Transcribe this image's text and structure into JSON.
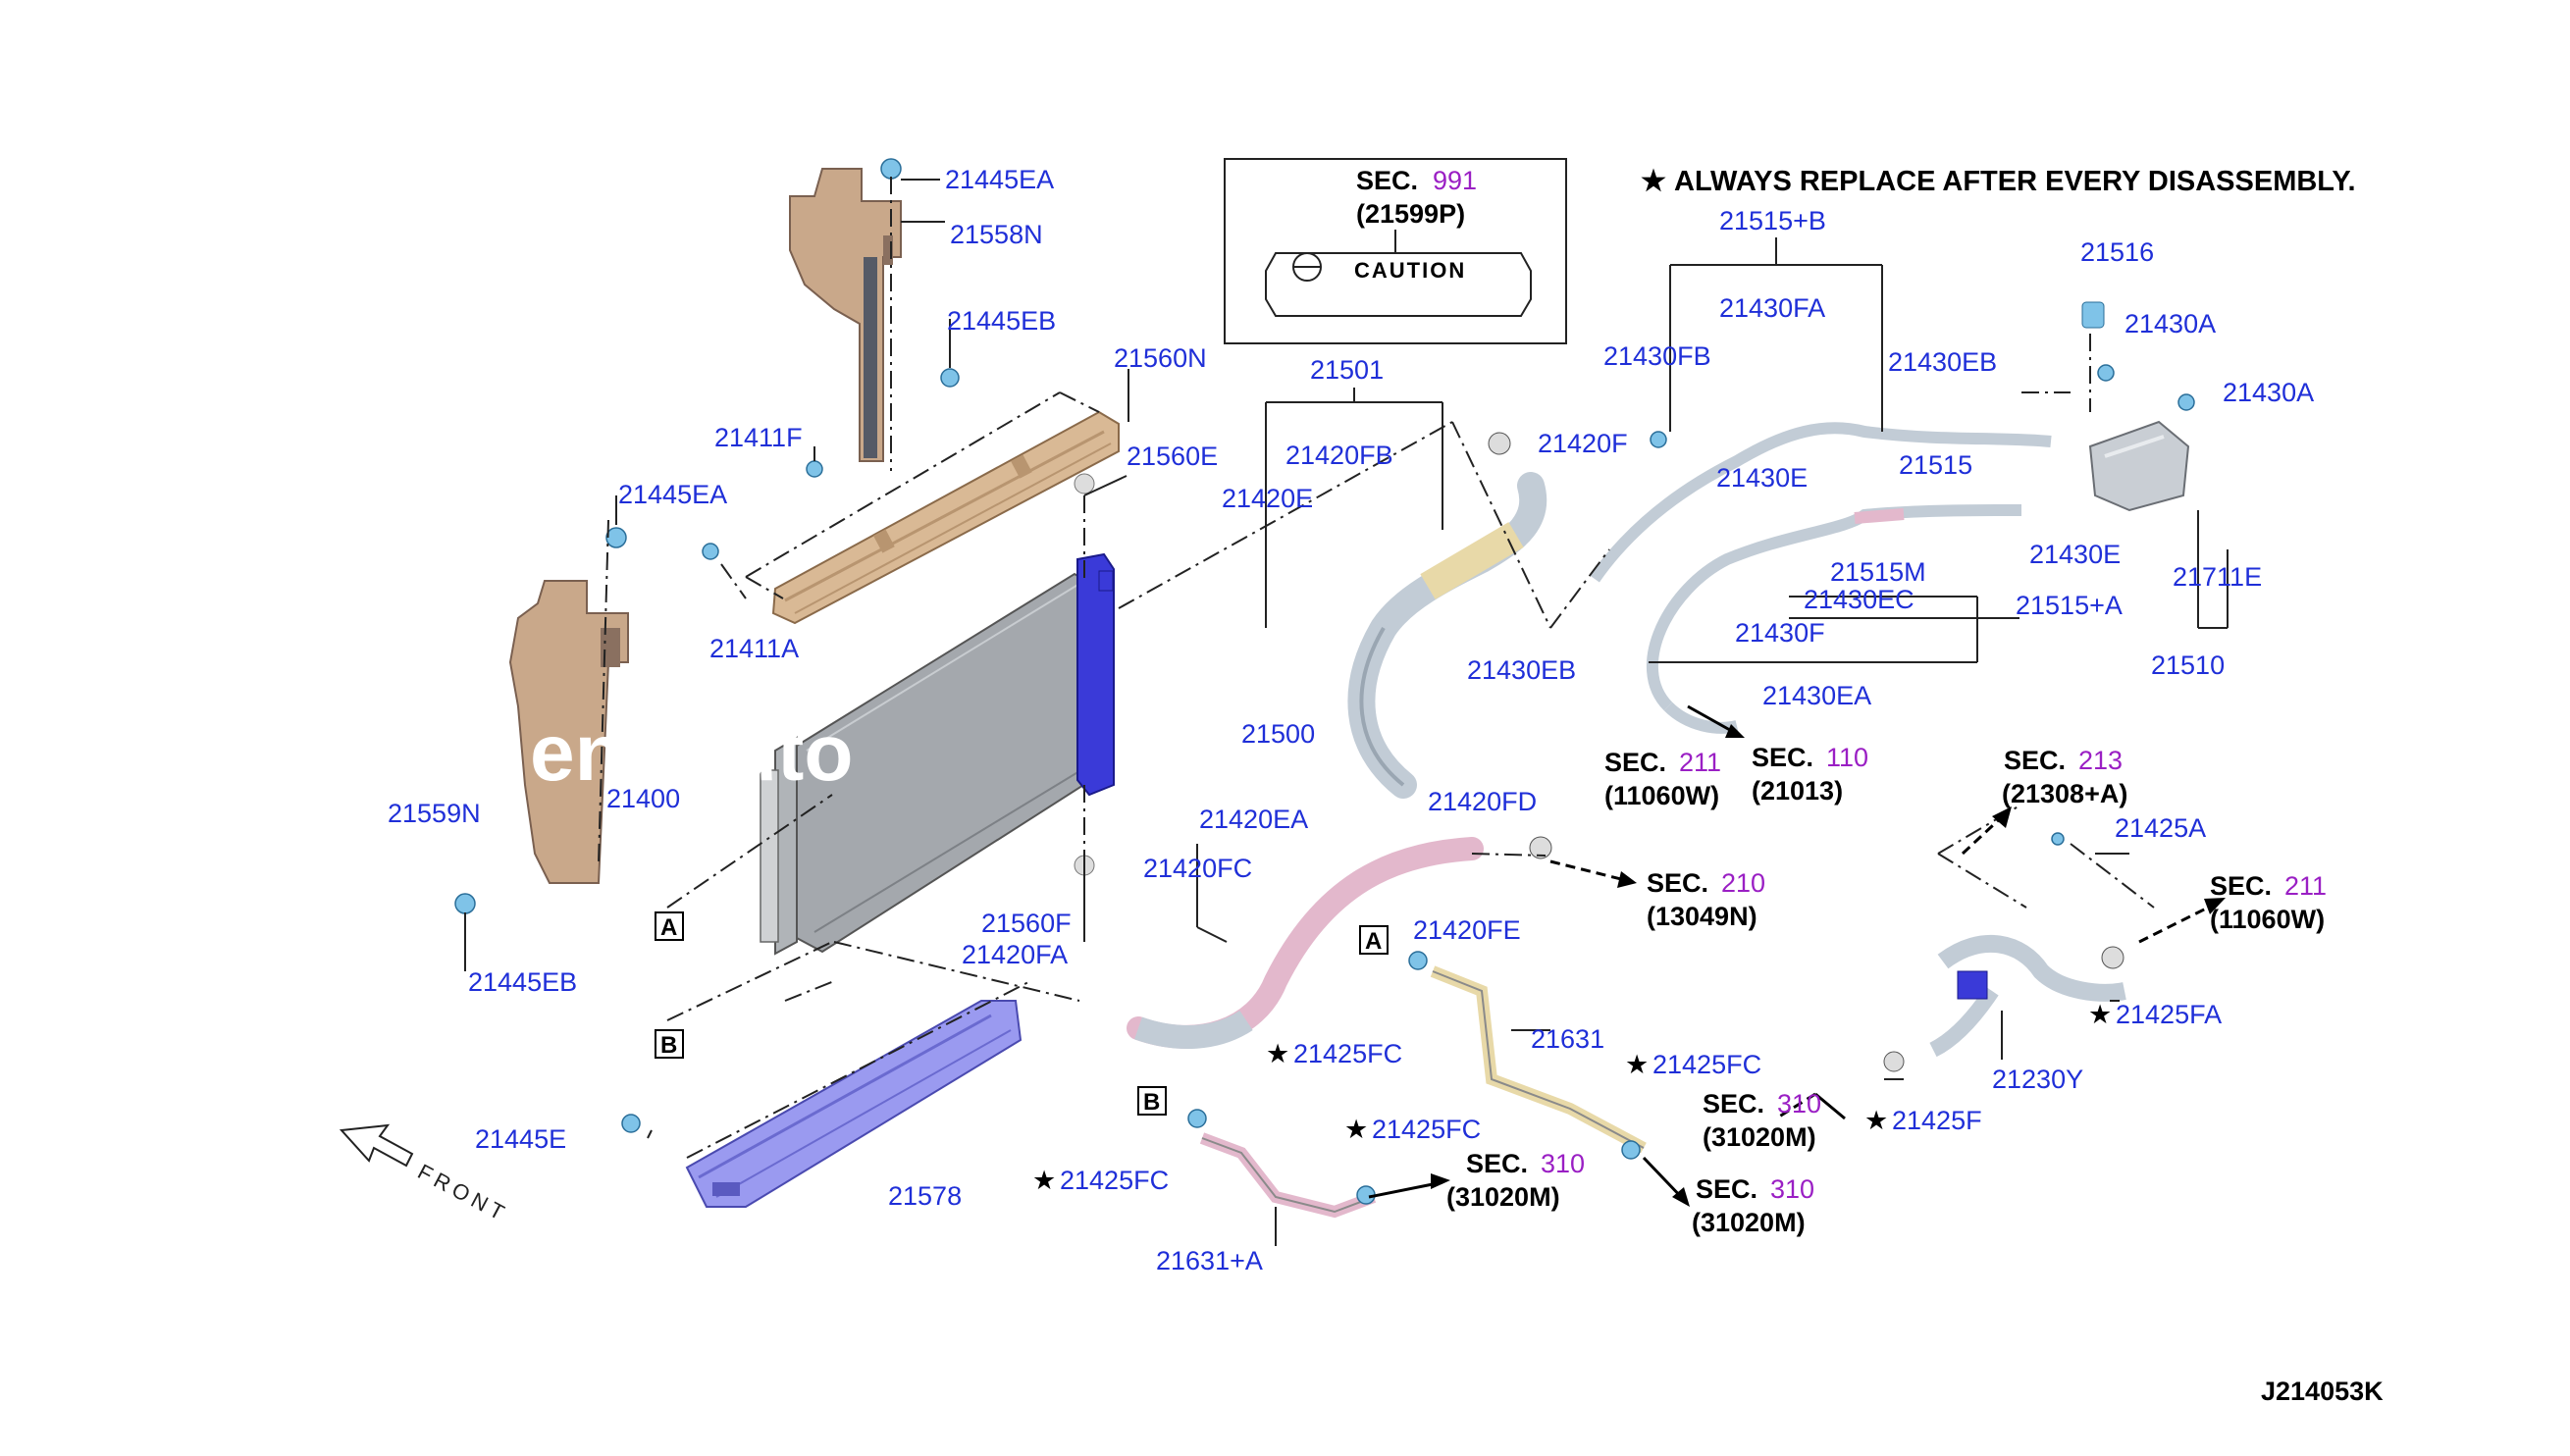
{
  "note": "ALWAYS REPLACE AFTER EVERY DISASSEMBLY.",
  "star_glyph": "★",
  "caution_box": {
    "sec_prefix": "SEC.",
    "sec_num": "991",
    "part": "(21599P)",
    "label_text": "CAUTION"
  },
  "diagram_code": "J214053K",
  "front_label": "FRONT",
  "watermark": "ent Auto",
  "callout_boxes": [
    "A",
    "B",
    "A",
    "B"
  ],
  "colors": {
    "part_label": "#1f2fd8",
    "sec_number": "#9a1fc4",
    "clip": "#7fc3e8",
    "radiator_tank": "#3a3ad8",
    "lower_shroud": "#9a9af0",
    "upper_support": "#d9b995",
    "deflector": "#c9a88a",
    "hose_pink": "#e3b8cc",
    "hose_grey": "#c2ccd6",
    "hose_tan": "#e8d9a8"
  },
  "part_labels": [
    "21445EA",
    "21558N",
    "21445EB",
    "21560N",
    "21411F",
    "21560E",
    "21445EA",
    "21411A",
    "21400",
    "21559N",
    "21445EB",
    "21560F",
    "21420FA",
    "21445E",
    "21578",
    "21501",
    "21420FB",
    "21420E",
    "21420F",
    "21430EB",
    "21420FD",
    "21420EA",
    "21420FC",
    "21420FE",
    "21631",
    "21631+A",
    "21515+B",
    "21430FA",
    "21430FB",
    "21430EB",
    "21516",
    "21430A",
    "21430A",
    "21515",
    "21430E",
    "21430E",
    "21515M",
    "21430EC",
    "21515+A",
    "21430F",
    "21430EA",
    "21711E",
    "21510",
    "21425A",
    "21230Y",
    "21500"
  ],
  "starred_labels": [
    "21425FC",
    "21425FC",
    "21425FC",
    "21425FC",
    "21425FA",
    "21425F"
  ],
  "sec_refs": [
    {
      "num": "210",
      "part": "(13049N)"
    },
    {
      "num": "211",
      "part": "(11060W)"
    },
    {
      "num": "310",
      "part": "(31020M)"
    },
    {
      "num": "310",
      "part": "(31020M)"
    },
    {
      "num": "310",
      "part": "(31020M)"
    },
    {
      "num": "213",
      "part": "(21308+A)"
    },
    {
      "num": "211",
      "part": "(11060W)"
    },
    {
      "num": "110",
      "part": "(21013)"
    }
  ],
  "sec_prefix": "SEC."
}
